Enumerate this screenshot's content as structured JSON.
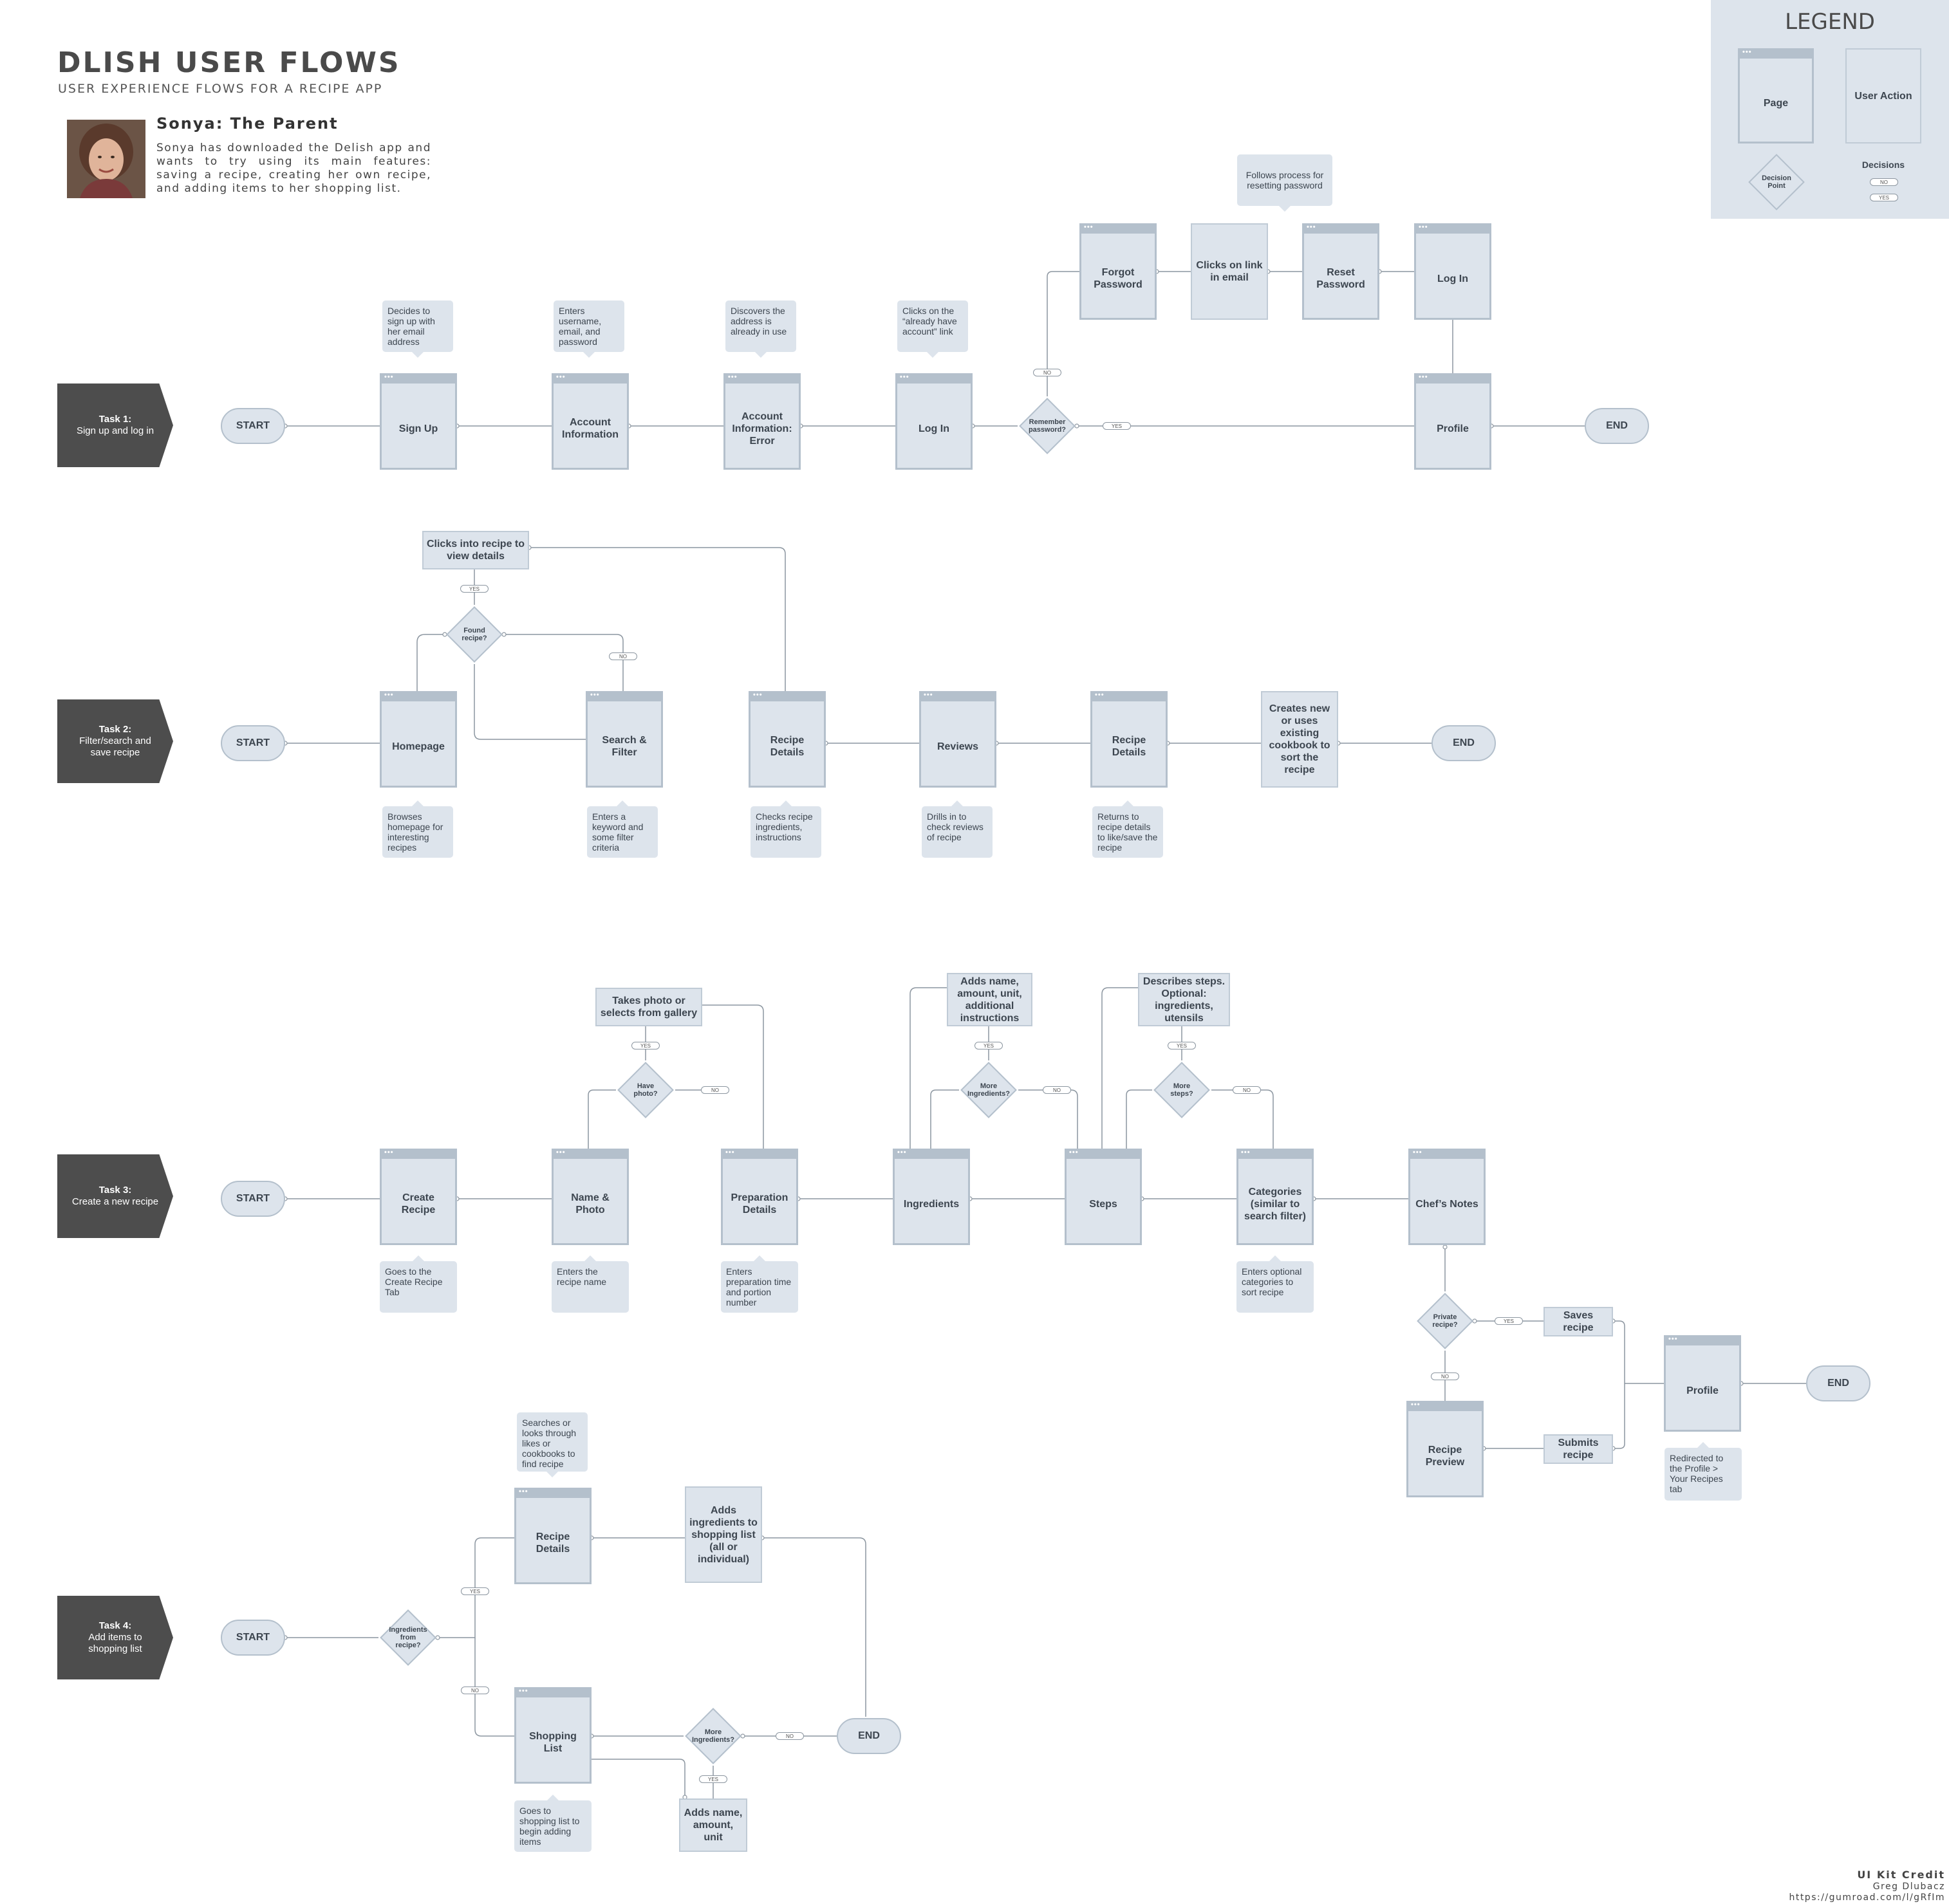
{
  "header": {
    "title": "DLISH USER FLOWS",
    "subtitle": "USER EXPERIENCE FLOWS FOR A RECIPE APP"
  },
  "persona": {
    "name": "Sonya: The Parent",
    "description": "Sonya has downloaded the Delish app and wants to try using its main features: saving a recipe, creating her own recipe, and adding items to her shopping list."
  },
  "legend": {
    "title": "LEGEND",
    "page": "Page",
    "user_action": "User Action",
    "decision_point": "Decision Point",
    "decisions": "Decisions",
    "no": "NO",
    "yes": "YES"
  },
  "credit": {
    "title": "UI Kit Credit",
    "author": "Greg Dlubacz",
    "url": "https://gumroad.com/l/gRfIm"
  },
  "colors": {
    "shape_fill": "#dde4ec",
    "shape_border": "#b4c0cc",
    "task_fill": "#4d4d4d",
    "connector": "#8c96a0"
  },
  "flows": {
    "task1": {
      "title": "Task 1:",
      "desc": "Sign up and log in",
      "start": "START",
      "end": "END",
      "sign_up": "Sign Up",
      "account_info": "Account Information",
      "account_error": "Account Information: Error",
      "log_in": "Log In",
      "remember": "Remember password?",
      "forgot": "Forgot Password",
      "clicks_link": "Clicks on link in email",
      "reset": "Reset Password",
      "log_in_2": "Log In",
      "profile": "Profile",
      "note_signup": "Decides to sign up with her email address",
      "note_account": "Enters username, email, and password",
      "note_error": "Discovers the address is already in use",
      "note_login": "Clicks on the “already have account” link",
      "note_reset": "Follows process for resetting password",
      "no": "NO",
      "yes": "YES"
    },
    "task2": {
      "title": "Task 2:",
      "desc": "Filter/search and save recipe",
      "start": "START",
      "end": "END",
      "homepage": "Homepage",
      "search": "Search & Filter",
      "found": "Found recipe?",
      "clicks_into": "Clicks into recipe to view details",
      "recipe_details": "Recipe Details",
      "reviews": "Reviews",
      "recipe_details_2": "Recipe Details",
      "cookbook": "Creates new or uses existing cookbook to sort the recipe",
      "note_homepage": "Browses homepage for interesting recipes",
      "note_search": "Enters a keyword and some filter criteria",
      "note_details": "Checks recipe ingredients, instructions",
      "note_reviews": "Drills in to check reviews of recipe",
      "note_details_2": "Returns to recipe details to like/save the recipe",
      "yes": "YES",
      "no": "NO"
    },
    "task3": {
      "title": "Task 3:",
      "desc": "Create a new recipe",
      "start": "START",
      "end": "END",
      "create": "Create Recipe",
      "name_photo": "Name & Photo",
      "have_photo": "Have photo?",
      "takes_photo": "Takes photo or selects from gallery",
      "prep": "Preparation Details",
      "ingredients": "Ingredients",
      "more_ingredients": "More Ingredients?",
      "adds_name": "Adds name, amount, unit, additional instructions",
      "steps": "Steps",
      "more_steps": "More steps?",
      "describes_steps": "Describes steps. Optional: ingredients, utensils",
      "categories": "Categories (similar to search filter)",
      "chefs_notes": "Chef’s Notes",
      "private": "Private recipe?",
      "saves": "Saves recipe",
      "preview": "Recipe Preview",
      "submits": "Submits recipe",
      "profile": "Profile",
      "note_create": "Goes to the Create Recipe Tab",
      "note_name": "Enters the recipe name",
      "note_prep": "Enters preparation time and portion number",
      "note_categories": "Enters optional categories to sort recipe",
      "note_profile": "Redirected to the Profile > Your Recipes tab",
      "yes": "YES",
      "no": "NO"
    },
    "task4": {
      "title": "Task 4:",
      "desc": "Add items to shopping list",
      "start": "START",
      "end": "END",
      "ingredients_from": "Ingredients from recipe?",
      "recipe_details": "Recipe Details",
      "adds_ingredients": "Adds ingredients to shopping list (all or individual)",
      "shopping_list": "Shopping List",
      "more_ingredients": "More Ingredients?",
      "adds_name": "Adds name, amount, unit",
      "note_searches": "Searches or looks through likes or cookbooks to find recipe",
      "note_shopping": "Goes to shopping list to begin adding items",
      "yes": "YES",
      "no": "NO"
    }
  }
}
